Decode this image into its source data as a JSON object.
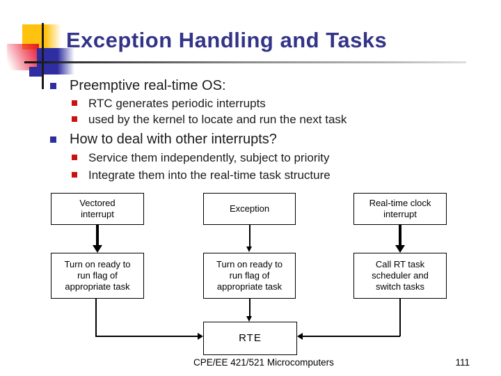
{
  "slide": {
    "title": "Exception Handling and Tasks",
    "bullets": [
      {
        "level": 1,
        "text": "Preemptive real-time OS:"
      },
      {
        "level": 2,
        "text": "RTC generates periodic interrupts"
      },
      {
        "level": 2,
        "text": "used by the kernel to locate and run the next task"
      },
      {
        "level": 1,
        "text": "How to deal with other interrupts?"
      },
      {
        "level": 2,
        "text": "Service them independently, subject to priority"
      },
      {
        "level": 2,
        "text": "Integrate them into the real-time task structure"
      }
    ],
    "diagram": {
      "boxes": [
        {
          "label": "Vectored interrupt"
        },
        {
          "label": "Exception"
        },
        {
          "label": "Real-time clock interrupt"
        },
        {
          "label": "Turn on ready to run flag of appropriate task"
        },
        {
          "label": "Turn on ready to run flag of appropriate task"
        },
        {
          "label": "Call RT task scheduler and switch tasks"
        },
        {
          "label": "RTE"
        }
      ]
    },
    "footer": {
      "course": "CPE/EE 421/521 Microcomputers",
      "page": "111"
    },
    "colors": {
      "title": "#333388",
      "bullet_level1": "#2e2ea2",
      "bullet_level2": "#cc1111",
      "deco_yellow": "#ffc20e",
      "deco_red": "#e8112d",
      "deco_blue": "#2e2ea2"
    }
  }
}
